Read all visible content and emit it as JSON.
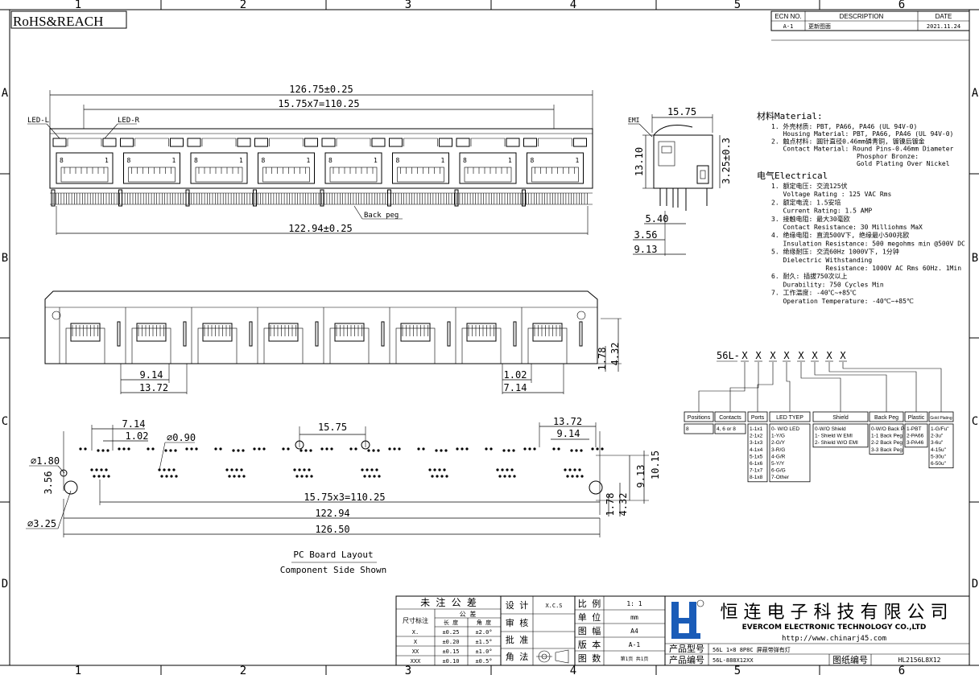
{
  "zones": {
    "cols": [
      "1",
      "2",
      "3",
      "4",
      "5",
      "6"
    ],
    "rows": [
      "A",
      "B",
      "C",
      "D"
    ]
  },
  "compliance": "RoHS&REACH",
  "revision": {
    "headers": [
      "ECN NO.",
      "DESCRIPTION",
      "DATE"
    ],
    "rows": [
      [
        "A-1",
        "更新图面",
        "2021.11.24"
      ]
    ]
  },
  "front_view": {
    "overall": "126.75±0.25",
    "pitch_total": "15.75x7=110.25",
    "base": "122.94±0.25",
    "led_l": "LED-L",
    "led_r": "LED-R",
    "back_peg": "Back peg",
    "pin8": "8",
    "pin1": "1"
  },
  "side_view": {
    "width": "15.75",
    "height": "13.10",
    "tail": "3.25±0.3",
    "emi": "EMI",
    "d1": "5.40",
    "d2": "3.56",
    "d3": "9.13"
  },
  "bottom_view": {
    "d1": "9.14",
    "d2": "13.72",
    "d3": "1.02",
    "d4": "7.14",
    "h1": "1.78",
    "h2": "4.32"
  },
  "pcb_layout": {
    "d714": "7.14",
    "d102": "1.02",
    "hole": "⌀0.90",
    "d1575": "15.75",
    "d1372": "13.72",
    "d914": "9.14",
    "peg": "⌀1.80",
    "d356": "3.56",
    "pin_total": "15.75x3=110.25",
    "d12294": "122.94",
    "d12650": "126.50",
    "mount": "⌀3.25",
    "v913": "9.13",
    "v1015": "10.15",
    "v178": "1.78",
    "v432": "4.32",
    "caption1": "PC Board Layout",
    "caption2": "Component Side Shown"
  },
  "material": {
    "title": "材料Material:",
    "lines": [
      "1. 外壳材质: PBT, PA66, PA46 (UL 94V-0)",
      "   Housing Material: PBT, PA66, PA46 (UL 94V-0)",
      "2. 触点材料: 圆针直径0.46mm磷青铜, 镀镍后镀金",
      "   Contact Material: Round Pins-0.46mm Diameter",
      "                      Phosphor Bronze:",
      "                      Gold Plating Over Nickel"
    ]
  },
  "electrical": {
    "title": "电气Electrical",
    "lines": [
      "1. 额定电压: 交流125伏",
      "   Voltage Rating : 125 VAC Rms",
      "2. 额定电流: 1.5安培",
      "   Current Rating: 1.5 AMP",
      "3. 接触电阻: 最大30毫欧",
      "   Contact Resistance: 30 Milliohms MaX",
      "4. 绝缘电阻: 直流500V下, 绝缘最小500兆欧",
      "   Insulation Resistance: 500 megohms min @500V DC",
      "5. 绝缘耐压: 交流60Hz 1000V下, 1分钟",
      "   Dielectric Withstanding",
      "              Resistance: 1000V AC Rms 60Hz. 1Min",
      "6. 耐久: 插拔750次以上",
      "   Durability: 750 Cycles Min",
      "7. 工作温度: -40℃~+85℃",
      "   Operation Temperature: -40℃~+85℃"
    ]
  },
  "part_code": {
    "prefix": "56L-",
    "x": "X",
    "columns": [
      {
        "header": "Positions",
        "values": [
          "8"
        ]
      },
      {
        "header": "Contacts",
        "values": [
          "4, 6 or 8"
        ]
      },
      {
        "header": "Ports",
        "values": [
          "1-1x1",
          "2-1x2",
          "3-1x3",
          "4-1x4",
          "5-1x5",
          "6-1x6",
          "7-1x7",
          "8-1x8"
        ]
      },
      {
        "header": "LED TYEP",
        "values": [
          "0- W/O LED",
          "1-Y/G",
          "2-G/Y",
          "3-R/G",
          "4-G/R",
          "5-Y/Y",
          "6-G/G",
          "7-Other"
        ]
      },
      {
        "header": "Shield",
        "values": [
          "0-W/O Shield",
          "1- Shield W EMI",
          "2- Shield W/O EMI"
        ]
      },
      {
        "header": "Back Peg",
        "values": [
          "0-W/O  Back Peg",
          "1-1 Back Peg",
          "2-2 Back Peg",
          "3-3 Back Peg"
        ]
      },
      {
        "header": "Plastic",
        "values": [
          "1-PBT",
          "2-PA66",
          "3-PA46"
        ]
      },
      {
        "header": "Gold Plating",
        "values": [
          "1-G/Fu\"",
          "2-3u\"",
          "3-6u\"",
          "4-15u\"",
          "5-30u\"",
          "6-50u\""
        ]
      }
    ]
  },
  "title_block": {
    "tol_title": "未 注 公 差",
    "tol_side": "尺寸标注",
    "tol_head": [
      "公  差"
    ],
    "tol_cols": [
      "长  度",
      "角  度"
    ],
    "tol_rows": [
      [
        "X.",
        "±0.25",
        "±2.0°"
      ],
      [
        "X",
        "±0.20",
        "±1.5°"
      ],
      [
        "XX",
        "±0.15",
        "±1.0°"
      ],
      [
        "XXX",
        "±0.10",
        "±0.5°"
      ]
    ],
    "design": "设  计",
    "designer": "X.C.S",
    "review": "审  核",
    "approve": "批  准",
    "projection": "角  法",
    "scale_k": "比  例",
    "scale_v": "1: 1",
    "unit_k": "单  位",
    "unit_v": "mm",
    "size_k": "图  幅",
    "size_v": "A4",
    "ver_k": "版  本",
    "ver_v": "A-1",
    "pages_k": "图  数",
    "pages_v": "第1页 共1页",
    "company_cn": "恒 连 电 子 科 技 有 限 公 司",
    "company_en": "EVERCOM ELECTRONIC TECHNOLOGY CO.,LTD",
    "url": "http://www.chinarj45.com",
    "model_k": "产品型号",
    "model_v": "56L 1×8 8P8C 屏蔽带弹有灯",
    "code_k": "产品编号",
    "code_v": "56L-888X12XX",
    "dwg_k": "图纸编号",
    "dwg_v": "HL2156L8X12"
  }
}
